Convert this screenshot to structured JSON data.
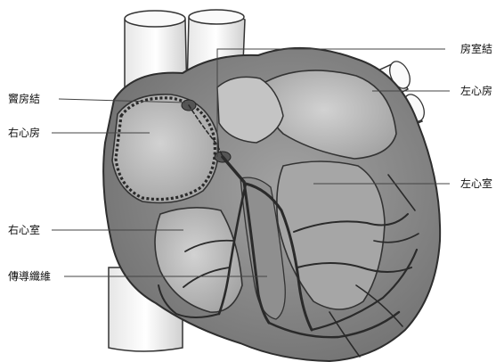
{
  "labels": {
    "sinoatrial_node": "竇房結",
    "right_atrium": "右心房",
    "right_ventricle": "右心室",
    "conduction_fibers": "傳導纖維",
    "atrioventricular_node": "房室結",
    "left_atrium": "左心房",
    "left_ventricle": "左心室"
  },
  "colors": {
    "heart_fill": "#8e8e8e",
    "outline": "#333333",
    "vessel_fill": "#f2f2f2",
    "chamber_fill": "#b9b9b9",
    "fiber": "#2a2a2a",
    "leader_line": "#444444"
  }
}
